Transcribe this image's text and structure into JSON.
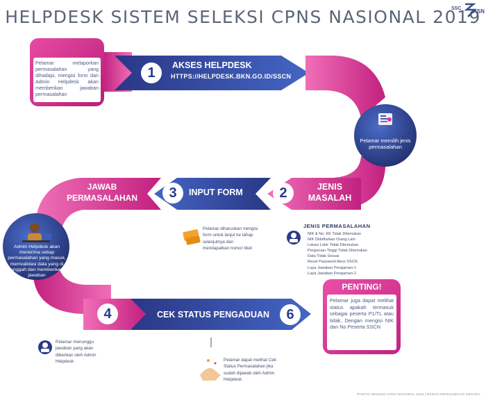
{
  "title": "HELPDESK SISTEM SELEKSI CPNS NASIONAL 2019",
  "logo": {
    "text_left": "SSC",
    "text_right": "ASN"
  },
  "card_report": {
    "icon": "confused-person-icon",
    "text": "Pelamar melaporkan permasalahan yang dihadapi, mengisi form dan Admin Helpdesk akan memberikan jawaban permasalahan"
  },
  "step1": {
    "number": "1",
    "label": "AKSES HELPDESK",
    "url": "HTTPS://HELPDESK.BKN.GO.ID/SSCN"
  },
  "circle_choose": {
    "icon": "document-list-icon",
    "text": "Pelamar memilih jenis permasalahan"
  },
  "step2": {
    "number": "2",
    "label_line1": "JENIS",
    "label_line2": "MASALAH"
  },
  "step3": {
    "number": "3",
    "label": "INPUT FORM"
  },
  "answer": {
    "label_line1": "JAWAB",
    "label_line2": "PERMASALAHAN"
  },
  "circle_admin": {
    "icon": "admin-helpdesk-icon",
    "text": "Admin Helpdesk akan menerima setiap permasalahan yang masuk, memvalidasi data yang di unggah dan memberikan jawaban"
  },
  "note_form": {
    "icon": "ticket-icon",
    "text": "Pelamar diharuskan mengisi form untuk lanjut ke tahap selanjutnya dan mendapatkan nomor tiket"
  },
  "issues": {
    "icon": "user-avatar-icon",
    "title": "JENIS PERMASALAHAN",
    "items": [
      "NIK & No. KK Tidak Ditemukan",
      "NIK Didaftarkan Orang Lain",
      "Lokasi Lahir Tidak Ditemukan",
      "Perguruan Tinggi Tidak Ditemukan",
      "Data Tidak Sesuai",
      "Reset Password Akun SSCN",
      "Lupa Jawaban Pengaman-1",
      "Lupa Jawaban Pengaman-2"
    ]
  },
  "important": {
    "heading": "PENTING!",
    "text": "Pelamar juga dapat melihat status apakah termasuk sebagai peserta P1/TL atau tidak. Dengan mengisi NIK dan No Peserta SSCN"
  },
  "step4": {
    "number": "4"
  },
  "step6": {
    "label": "CEK STATUS PENGADUAN",
    "number": "6"
  },
  "note_wait": {
    "icon": "waiting-user-icon",
    "text": "Pelamar menunggu jawaban yang akan diberikan oleh Admin Helpdesk"
  },
  "note_check": {
    "icon": "hand-click-icon",
    "text": "Pelamar dapat melihat Cek Status Permasalahan jika sudah dijawab oleh Admin Helpdesk"
  },
  "footer": "PANITIA SELEKSI CPNS NASIONAL 2019 | BADAN KEPEGAWAIAN NEGARA",
  "colors": {
    "navy": "#2b3a8a",
    "blue": "#3d5cb8",
    "pink": "#e0379a",
    "magenta": "#b71f78"
  }
}
